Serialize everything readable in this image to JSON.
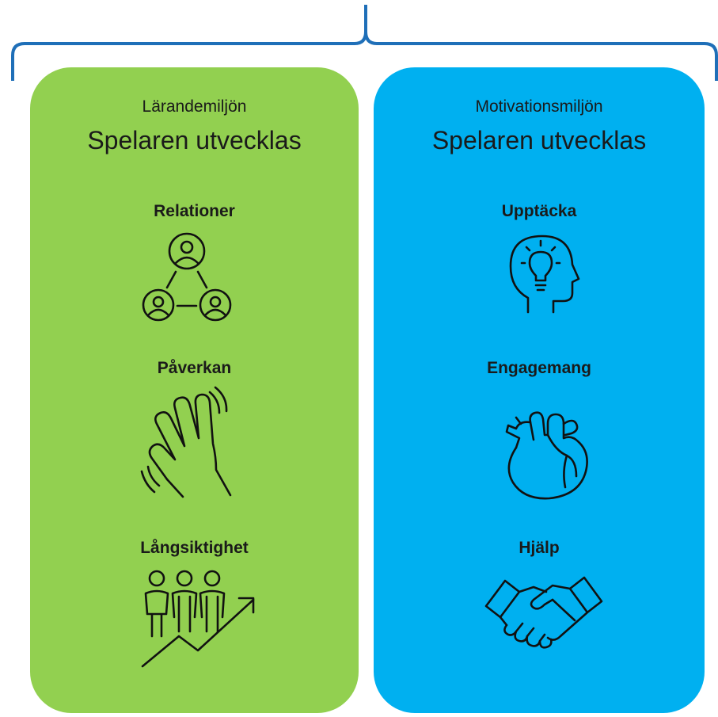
{
  "brace_color": "#1f6fb8",
  "panels": [
    {
      "color": "#92d050",
      "subtitle": "Lärandemiljön",
      "title": "Spelaren utvecklas",
      "items": [
        {
          "label": "Relationer",
          "icon": "people-network-icon"
        },
        {
          "label": "Påverkan",
          "icon": "waving-hand-icon"
        },
        {
          "label": "Långsiktighet",
          "icon": "people-growth-icon"
        }
      ]
    },
    {
      "color": "#00b0f0",
      "subtitle": "Motivationsmiljön",
      "title": "Spelaren utvecklas",
      "items": [
        {
          "label": "Upptäcka",
          "icon": "head-lightbulb-icon"
        },
        {
          "label": "Engagemang",
          "icon": "heart-organ-icon"
        },
        {
          "label": "Hjälp",
          "icon": "handshake-icon"
        }
      ]
    }
  ]
}
